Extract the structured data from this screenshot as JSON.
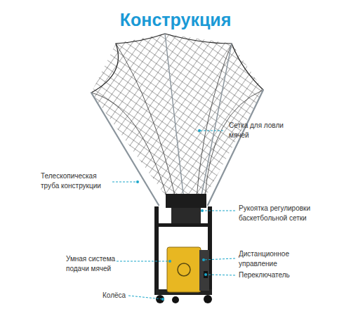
{
  "diagram": {
    "title": "Конструкция",
    "labels": [
      "Сетка для ловли мячей",
      "Телескопическая труба конструкции",
      "Рукоятка регулировки баскетбольной сетки",
      "Умная система подачи мячей",
      "Дистанционное управление",
      "Переключатель",
      "Колёса"
    ]
  }
}
